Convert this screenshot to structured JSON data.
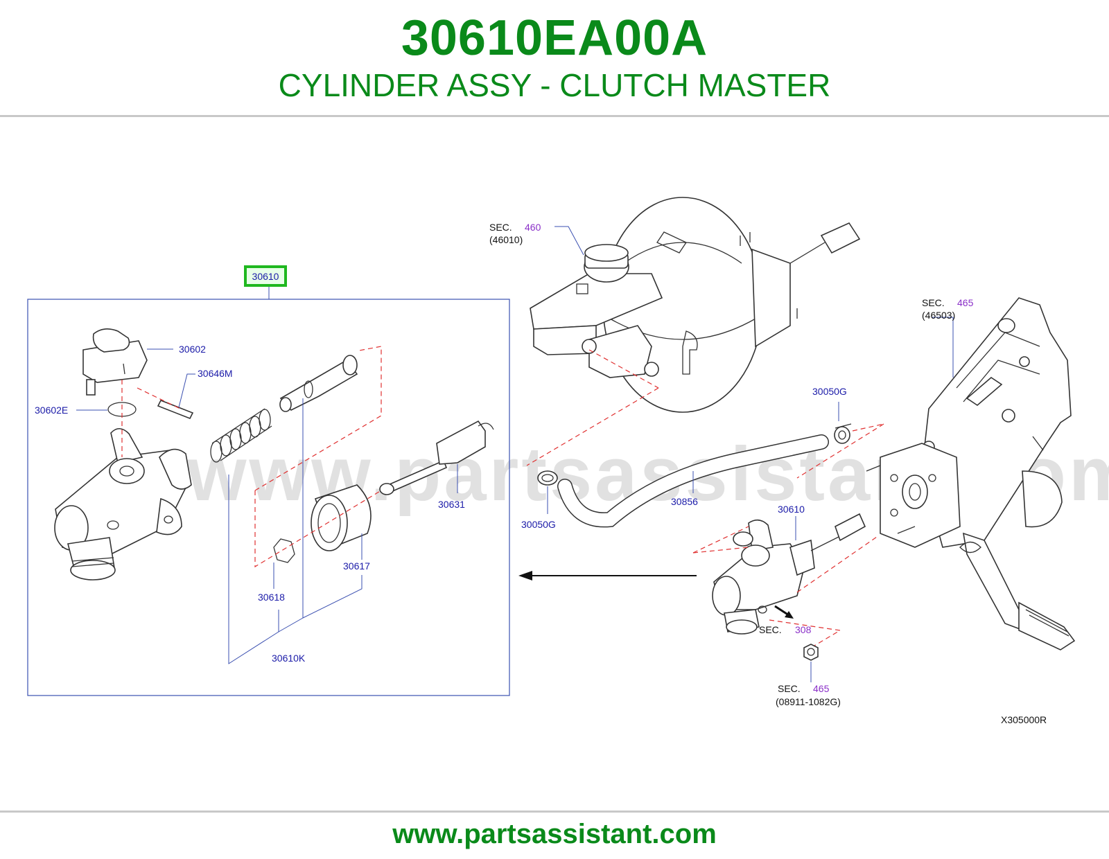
{
  "header": {
    "part_number": "30610EA00A",
    "part_name": "CYLINDER ASSY - CLUTCH MASTER"
  },
  "diagram": {
    "watermark": "www.partsassistant.com",
    "diagram_code": "X305000R",
    "highlight_color": "#1fb81f",
    "label_color": "#1a1aa8",
    "section_ref_color": "#8a2fc8",
    "callouts": {
      "c30610_box": "30610",
      "c30602": "30602",
      "c30646M": "30646M",
      "c30602E": "30602E",
      "c30631": "30631",
      "c30617": "30617",
      "c30618": "30618",
      "c30610K": "30610K",
      "c30050G_top": "30050G",
      "c30050G_bottom": "30050G",
      "c30856": "30856",
      "c30610_assembly": "30610"
    },
    "section_refs": {
      "booster": {
        "prefix": "SEC.",
        "number": "460",
        "code": "(46010)"
      },
      "pedal": {
        "prefix": "SEC.",
        "number": "465",
        "code": "(46503)"
      },
      "clutch": {
        "prefix": "SEC.",
        "number": "308"
      },
      "nut": {
        "prefix": "SEC.",
        "number": "465",
        "code": "(08911-1082G)"
      }
    }
  },
  "footer": {
    "url": "www.partsassistant.com"
  }
}
